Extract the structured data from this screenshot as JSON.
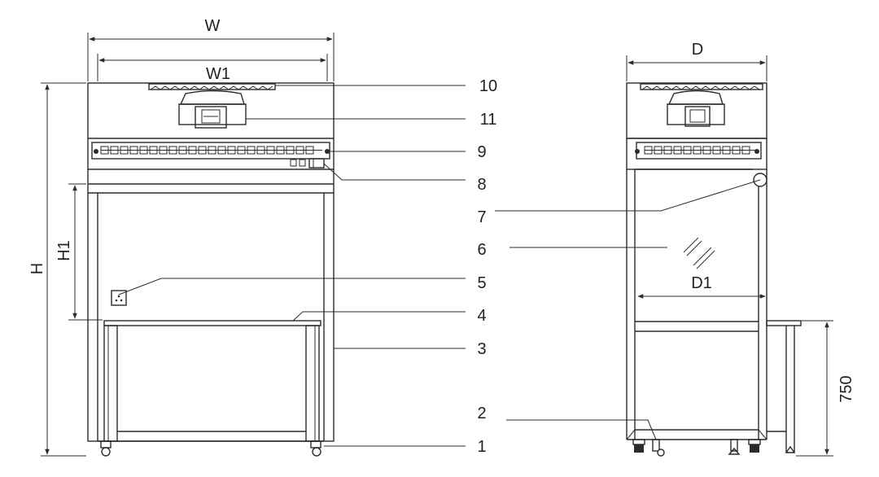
{
  "front_view": {
    "dim_width": "W",
    "dim_inner_width": "W1",
    "dim_height": "H",
    "dim_inner_height": "H1"
  },
  "side_view": {
    "dim_depth": "D",
    "dim_inner_depth": "D1",
    "dim_table_height": "750"
  },
  "callouts": [
    "10",
    "11",
    "9",
    "8",
    "7",
    "6",
    "5",
    "4",
    "3",
    "2",
    "1"
  ]
}
